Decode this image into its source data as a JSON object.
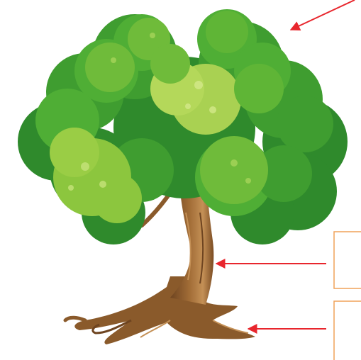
{
  "diagram": {
    "subject": "tree",
    "parts": [
      {
        "id": "crown",
        "label": ""
      },
      {
        "id": "trunk",
        "label": ""
      },
      {
        "id": "roots",
        "label": ""
      }
    ],
    "label_boxes": [
      {
        "for": "trunk",
        "text": ""
      },
      {
        "for": "roots",
        "text": ""
      }
    ]
  },
  "colors": {
    "arrow": "#e8262d",
    "box_border": "#f0a259",
    "leaf_dark": "#2f8a2c",
    "leaf_mid": "#4fae35",
    "leaf_light": "#8cc63e",
    "leaf_pale": "#b4d85a",
    "trunk": "#9a6733",
    "trunk_dark": "#6e4420",
    "trunk_light": "#c49056"
  }
}
